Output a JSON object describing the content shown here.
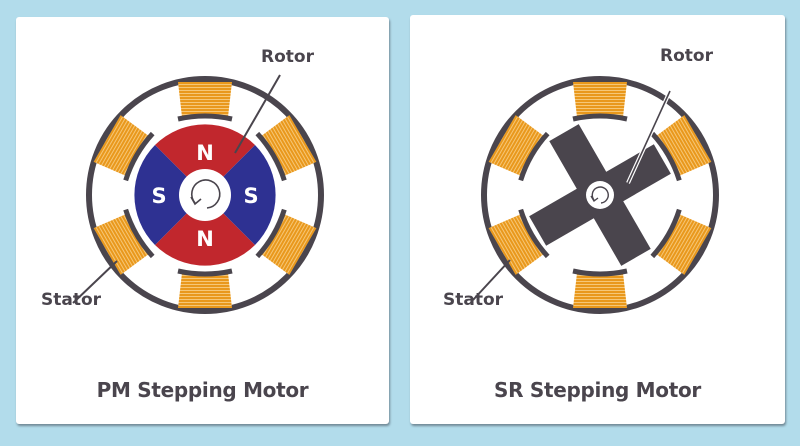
{
  "page": {
    "background_color": "#b2dceb"
  },
  "colors": {
    "ring": "#4a454d",
    "coil": "#e9981c",
    "coil_stripe": "#f6c777",
    "rotor_north": "#c1272d",
    "rotor_south": "#2e3192",
    "sr_rotor": "#4a454d",
    "text": "#4a454d"
  },
  "panels": [
    {
      "id": "pm",
      "title": "PM Stepping Motor",
      "labels": {
        "rotor": "Rotor",
        "stator": "Stator"
      },
      "rotor_poles": {
        "top": "N",
        "bottom": "N",
        "left": "S",
        "right": "S"
      },
      "stator_coil_count": 6,
      "rotation_icon": "clockwise-arrow"
    },
    {
      "id": "sr",
      "title": "SR Stepping Motor",
      "labels": {
        "rotor": "Rotor",
        "stator": "Stator"
      },
      "rotor_shape": "cross (4 teeth)",
      "stator_coil_count": 6,
      "rotation_icon": "clockwise-arrow"
    }
  ]
}
